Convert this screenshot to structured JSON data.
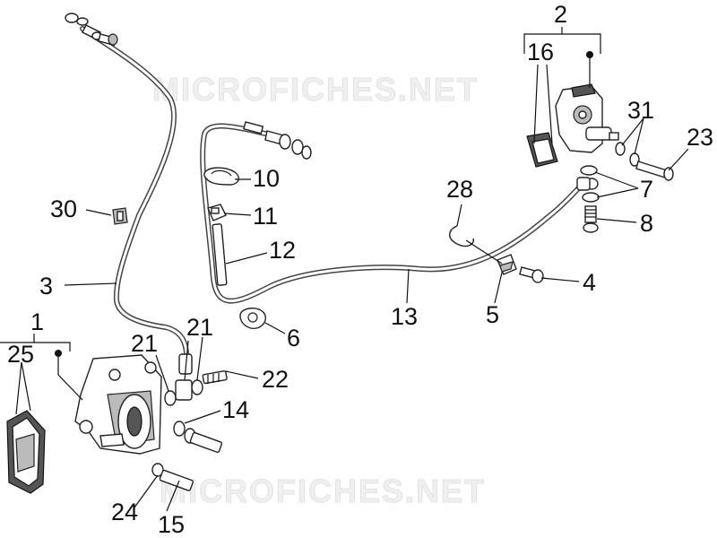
{
  "watermark": {
    "top": "MICROFICHES.NET",
    "bottom": "MICROFICHES.NET"
  },
  "callouts": {
    "c1": "1",
    "c2": "2",
    "c3": "3",
    "c4": "4",
    "c5": "5",
    "c6": "6",
    "c7": "7",
    "c8": "8",
    "c10": "10",
    "c11": "11",
    "c12": "12",
    "c13": "13",
    "c14": "14",
    "c15": "15",
    "c16": "16",
    "c21a": "21",
    "c21b": "21",
    "c22": "22",
    "c23": "23",
    "c24": "24",
    "c25": "25",
    "c28": "28",
    "c30": "30",
    "c31": "31"
  }
}
